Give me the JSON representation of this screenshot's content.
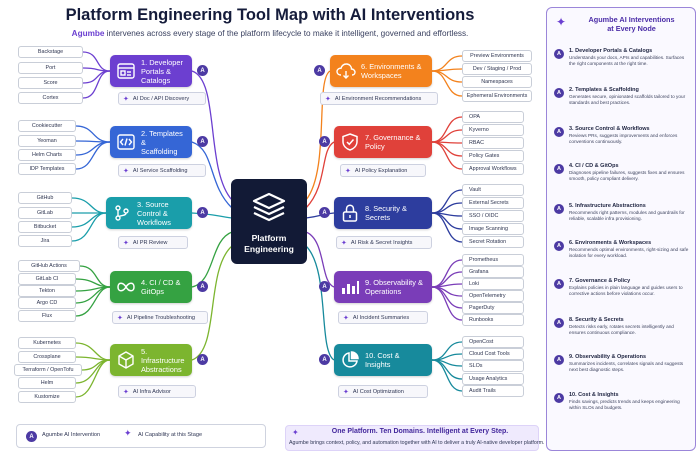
{
  "header": {
    "title": "Platform Engineering Tool Map with AI Interventions",
    "subtitle_brand": "Agumbe",
    "subtitle_rest": " intervenes across every stage of the platform lifecycle to make it intelligent, governed and effortless."
  },
  "center": {
    "line1": "Platform",
    "line2": "Engineering"
  },
  "ai_badge": "A",
  "colors": {
    "purple": "#6c3fd0",
    "blue": "#3566d6",
    "teal": "#1a9eaa",
    "green": "#35a242",
    "lime": "#7cb52f",
    "orange": "#f3821d",
    "red": "#e0413a",
    "navy": "#2d3d9e",
    "violet": "#7a3db8",
    "tealdark": "#178a9c",
    "center": "#121a36"
  },
  "domains": [
    {
      "line1": "1. Developer",
      "line2": "Portals & Catalogs",
      "icon": "portal-icon",
      "capability": "AI Doc / API Discovery",
      "tools": [
        "Backstage",
        "Port",
        "Score",
        "Cortex"
      ]
    },
    {
      "line1": "2. Templates &",
      "line2": "Scaffolding",
      "icon": "code-icon",
      "capability": "AI Service Scaffolding",
      "tools": [
        "Cookiecutter",
        "Yeoman",
        "Helm Charts",
        "IDP Templates"
      ]
    },
    {
      "line1": "3. Source Control &",
      "line2": "Workflows",
      "icon": "branch-icon",
      "capability": "AI PR Review",
      "tools": [
        "GitHub",
        "GitLab",
        "Bitbucket",
        "Jira"
      ]
    },
    {
      "line1": "4. CI / CD &",
      "line2": "GitOps",
      "icon": "infinity-icon",
      "capability": "AI Pipeline Troubleshooting",
      "tools": [
        "GitHub Actions",
        "GitLab CI",
        "Tekton",
        "Argo CD",
        "Flux"
      ]
    },
    {
      "line1": "5. Infrastructure",
      "line2": "Abstractions",
      "icon": "cube-icon",
      "capability": "AI Infra Advisor",
      "tools": [
        "Kubernetes",
        "Crossplane",
        "Terraform / OpenTofu",
        "Helm",
        "Kustomize"
      ]
    },
    {
      "line1": "6. Environments &",
      "line2": "Workspaces",
      "icon": "cloud-icon",
      "capability": "AI Environment Recommendations",
      "tools": [
        "Preview Environments",
        "Dev / Staging / Prod",
        "Namespaces",
        "Ephemeral Environments"
      ]
    },
    {
      "line1": "7. Governance &",
      "line2": "Policy",
      "icon": "shield-icon",
      "capability": "AI Policy Explanation",
      "tools": [
        "OPA",
        "Kyverno",
        "RBAC",
        "Policy Gates",
        "Approval Workflows"
      ]
    },
    {
      "line1": "8. Security &",
      "line2": "Secrets",
      "icon": "lock-icon",
      "capability": "AI Risk & Secret Insights",
      "tools": [
        "Vault",
        "External Secrets",
        "SSO / OIDC",
        "Image Scanning",
        "Secret Rotation"
      ]
    },
    {
      "line1": "9. Observability &",
      "line2": "Operations",
      "icon": "bar-chart-icon",
      "capability": "AI Incident Summaries",
      "tools": [
        "Prometheus",
        "Grafana",
        "Loki",
        "OpenTelemetry",
        "PagerDuty",
        "Runbooks"
      ]
    },
    {
      "line1": "10. Cost &",
      "line2": "Insights",
      "icon": "pie-chart-icon",
      "capability": "AI Cost Optimization",
      "tools": [
        "OpenCost",
        "Cloud Cost Tools",
        "SLOs",
        "Usage Analytics",
        "Audit Trails"
      ]
    }
  ],
  "panel": {
    "header_line1": "Agumbe AI Interventions",
    "header_line2": "at Every Node",
    "items": [
      {
        "title": "1. Developer Portals & Catalogs",
        "desc": "Understands your docs, APIs and capabilities. Surfaces the right components at the right time."
      },
      {
        "title": "2. Templates & Scaffolding",
        "desc": "Generates secure, opinionated scaffolds tailored to your standards and best practices."
      },
      {
        "title": "3. Source Control & Workflows",
        "desc": "Reviews PRs, suggests improvements and enforces conventions continuously."
      },
      {
        "title": "4. CI / CD & GitOps",
        "desc": "Diagnoses pipeline failures, suggests fixes and ensures smooth, policy compliant delivery."
      },
      {
        "title": "5. Infrastructure Abstractions",
        "desc": "Recommends right patterns, modules and guardrails for reliable, scalable infra provisioning."
      },
      {
        "title": "6. Environments & Workspaces",
        "desc": "Recommends optimal environments, right-sizing and safe isolation for every workload."
      },
      {
        "title": "7. Governance & Policy",
        "desc": "Explains policies in plain language and guides users to corrective actions before violations occur."
      },
      {
        "title": "8. Security & Secrets",
        "desc": "Detects risks early, rotates secrets intelligently and ensures continuous compliance."
      },
      {
        "title": "9. Observability & Operations",
        "desc": "Summarizes incidents, correlates signals and suggests next best diagnostic steps."
      },
      {
        "title": "10. Cost & Insights",
        "desc": "Finds savings, predicts trends and keeps engineering within SLOs and budgets."
      }
    ]
  },
  "legend": {
    "ai_intervention": "Agumbe AI Intervention",
    "ai_capability": "AI Capability at this Stage"
  },
  "tagline": {
    "headline": "One Platform. Ten Domains. Intelligent at Every Step.",
    "text": "Agumbe brings context, policy, and automation together with AI to deliver a truly AI-native developer platform."
  }
}
